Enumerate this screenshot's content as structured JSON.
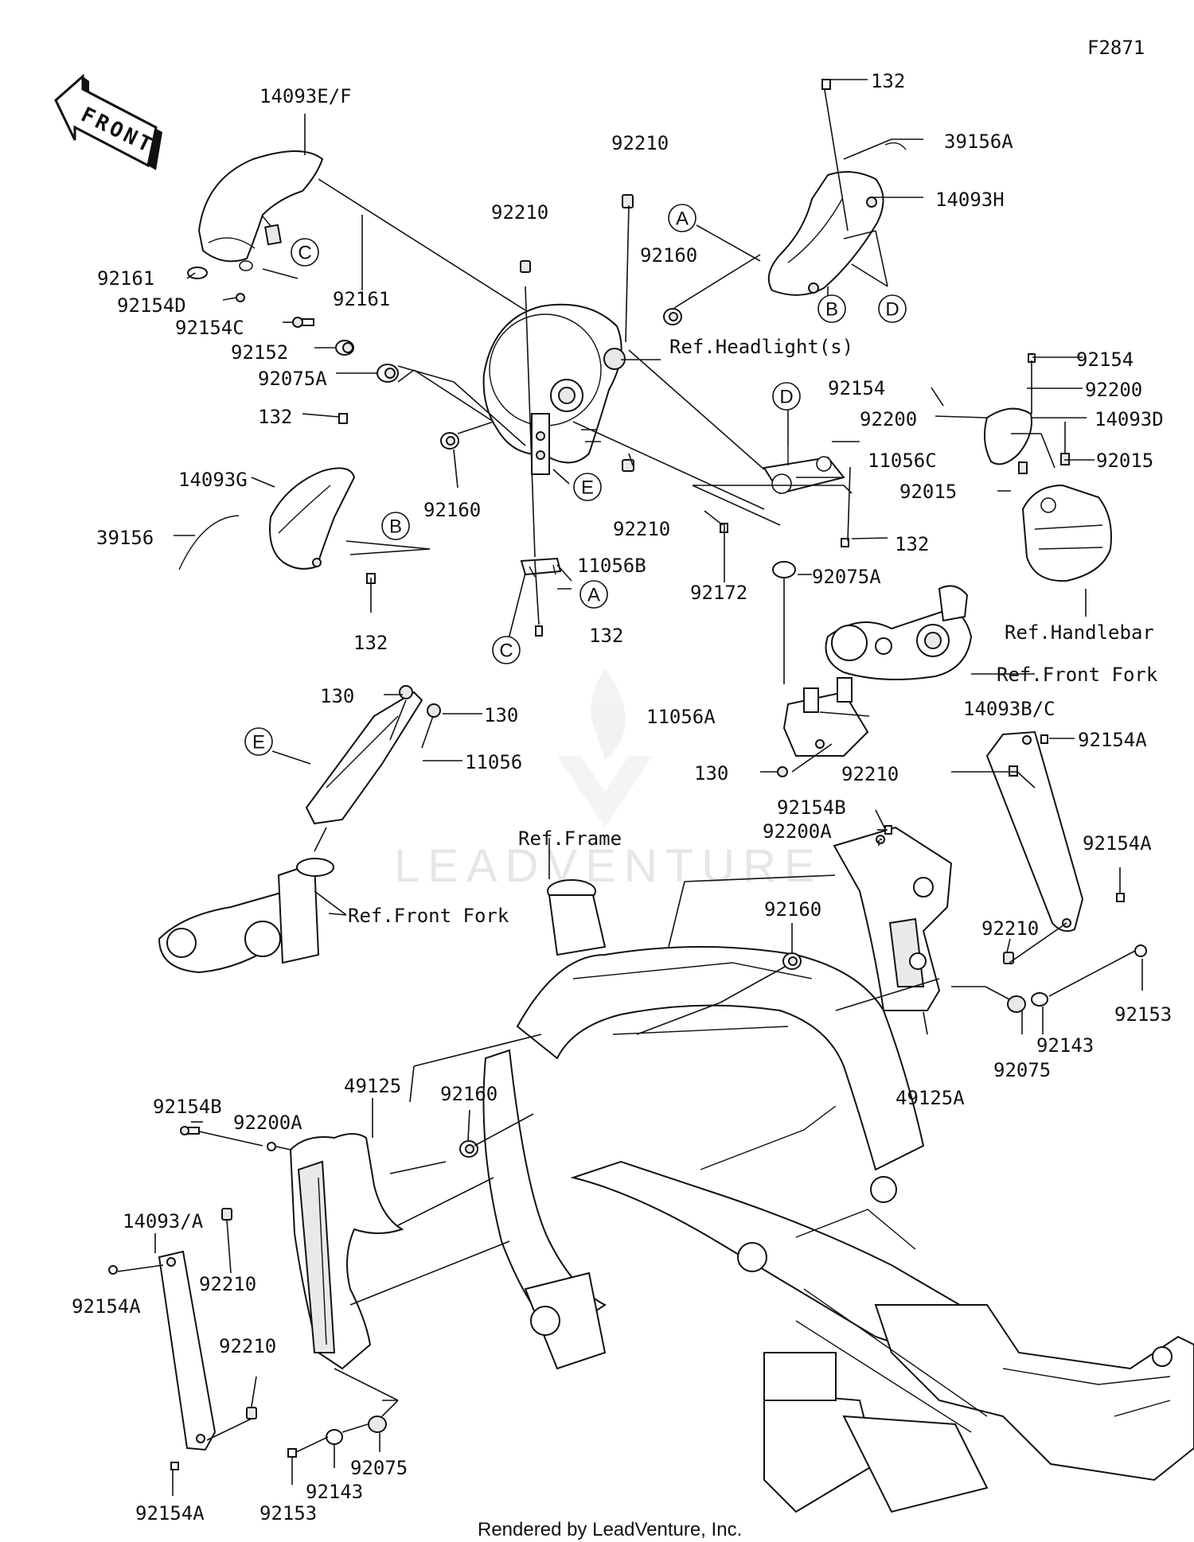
{
  "figure_code": "F2871",
  "front_label": "FRONT",
  "watermark": "LEADVENTURE",
  "footer": "Rendered by LeadVenture, Inc.",
  "labels": {
    "p14093EF": "14093E/F",
    "p92161a": "92161",
    "p92154D": "92154D",
    "p92161b": "92161",
    "p92154C": "92154C",
    "p92152": "92152",
    "p92075A_left": "92075A",
    "p132_g": "132",
    "p14093G": "14093G",
    "p39156": "39156",
    "p92160_left": "92160",
    "p132_b": "132",
    "p92210_top": "92210",
    "p92210_mid": "92210",
    "p92160_mid": "92160",
    "ref_headlight": "Ref.Headlight(s)",
    "p92210_lower": "92210",
    "p11056B": "11056B",
    "p132_c": "132",
    "p132_top": "132",
    "p39156A": "39156A",
    "p14093H": "14093H",
    "p11056C": "11056C",
    "p92172": "92172",
    "p132_d": "132",
    "p92075A_right": "92075A",
    "p92154_r": "92154",
    "p92154_r2": "92154",
    "p92200_r": "92200",
    "p92200_r2": "92200",
    "p14093D": "14093D",
    "p92015a": "92015",
    "p92015b": "92015",
    "ref_handlebar": "Ref.Handlebar",
    "ref_front_fork_r": "Ref.Front Fork",
    "p130a": "130",
    "p130b": "130",
    "p11056": "11056",
    "ref_front_fork_l": "Ref.Front Fork",
    "p11056A": "11056A",
    "p130c": "130",
    "p14093BC": "14093B/C",
    "p92154A_top": "92154A",
    "p92210_r": "92210",
    "p92154B_r": "92154B",
    "p92200A_r": "92200A",
    "p92154A_r": "92154A",
    "ref_frame": "Ref.Frame",
    "p92160_r": "92160",
    "p92210_r2": "92210",
    "p92153_r": "92153",
    "p92143_r": "92143",
    "p92075_r": "92075",
    "p49125A": "49125A",
    "p92154B_l": "92154B",
    "p92200A_l": "92200A",
    "p49125": "49125",
    "p92160_l2": "92160",
    "p14093A": "14093/A",
    "p92154A_l": "92154A",
    "p92210_l": "92210",
    "p92210_l2": "92210",
    "p92154A_l2": "92154A",
    "p92153_l": "92153",
    "p92143_l": "92143",
    "p92075_l": "92075"
  },
  "callouts": {
    "A1": "A",
    "A2": "A",
    "B1": "B",
    "B2": "B",
    "C1": "C",
    "C2": "C",
    "D1": "D",
    "D2": "D",
    "E1": "E",
    "E2": "E"
  }
}
